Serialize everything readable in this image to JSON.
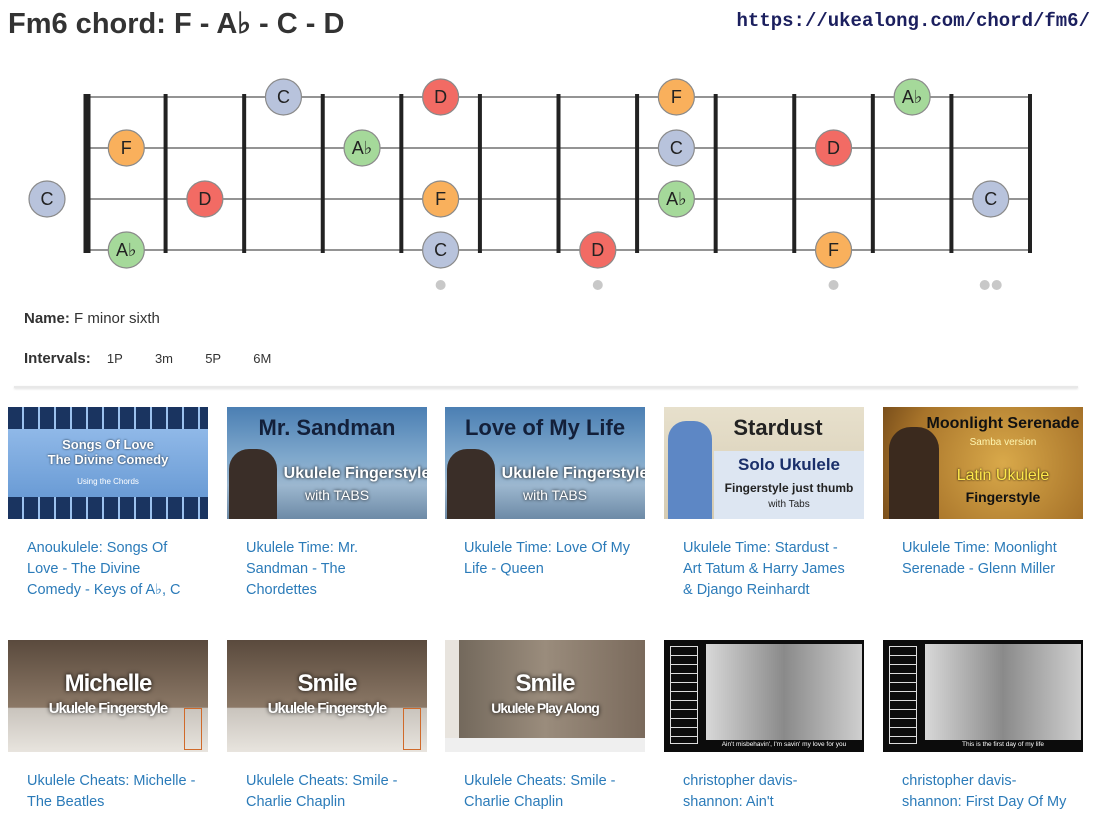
{
  "page": {
    "title": "Fm6 chord: F - A♭ - C - D",
    "url": "https://ukealong.com/chord/fm6/"
  },
  "fretboard": {
    "strings": 4,
    "frets": 12,
    "open_notes": [
      {
        "string": 3,
        "label": "C",
        "color": "#b8c3dc"
      }
    ],
    "notes": [
      {
        "string": 2,
        "fret": 1,
        "label": "F",
        "color": "#f9b05c"
      },
      {
        "string": 4,
        "fret": 1,
        "label": "A♭",
        "color": "#a5d99a"
      },
      {
        "string": 3,
        "fret": 2,
        "label": "D",
        "color": "#f26b64"
      },
      {
        "string": 1,
        "fret": 3,
        "label": "C",
        "color": "#b8c3dc"
      },
      {
        "string": 2,
        "fret": 4,
        "label": "A♭",
        "color": "#a5d99a"
      },
      {
        "string": 1,
        "fret": 5,
        "label": "D",
        "color": "#f26b64"
      },
      {
        "string": 3,
        "fret": 5,
        "label": "F",
        "color": "#f9b05c"
      },
      {
        "string": 4,
        "fret": 5,
        "label": "C",
        "color": "#b8c3dc"
      },
      {
        "string": 4,
        "fret": 7,
        "label": "D",
        "color": "#f26b64"
      },
      {
        "string": 1,
        "fret": 8,
        "label": "F",
        "color": "#f9b05c"
      },
      {
        "string": 2,
        "fret": 8,
        "label": "C",
        "color": "#b8c3dc"
      },
      {
        "string": 3,
        "fret": 8,
        "label": "A♭",
        "color": "#a5d99a"
      },
      {
        "string": 2,
        "fret": 10,
        "label": "D",
        "color": "#f26b64"
      },
      {
        "string": 4,
        "fret": 10,
        "label": "F",
        "color": "#f9b05c"
      },
      {
        "string": 1,
        "fret": 11,
        "label": "A♭",
        "color": "#a5d99a"
      },
      {
        "string": 3,
        "fret": 12,
        "label": "C",
        "color": "#b8c3dc"
      }
    ],
    "fret_markers": [
      {
        "fret": 5,
        "dots": 1
      },
      {
        "fret": 7,
        "dots": 1
      },
      {
        "fret": 10,
        "dots": 1
      },
      {
        "fret": 12,
        "dots": 2
      }
    ]
  },
  "info": {
    "name_label": "Name:",
    "name_value": "F minor sixth",
    "intervals_label": "Intervals:",
    "intervals": [
      "1P",
      "3m",
      "5P",
      "6M"
    ]
  },
  "videos": [
    {
      "title": "Anoukulele: Songs Of Love - The Divine Comedy - Keys of A♭, C",
      "thumb_text": "Songs Of Love\nThe Divine Comedy",
      "thumb_sub": "Using the Chords",
      "thumb_bg": "#7aa7da",
      "theme": "chords"
    },
    {
      "title": "Ukulele Time: Mr. Sandman - The Chordettes",
      "thumb_text": "Mr. Sandman",
      "thumb_sub": "Ukulele Fingerstyle",
      "thumb_sub2": "with TABS",
      "thumb_bg": "#4f86b8",
      "theme": "sea"
    },
    {
      "title": "Ukulele Time: Love Of My Life - Queen",
      "thumb_text": "Love of My Life",
      "thumb_sub": "Ukulele Fingerstyle",
      "thumb_sub2": "with TABS",
      "thumb_bg": "#4f86b8",
      "theme": "sea"
    },
    {
      "title": "Ukulele Time: Stardust - Art Tatum & Harry James & Django Reinhardt",
      "thumb_text": "Stardust",
      "thumb_sub": "Solo Ukulele",
      "thumb_sub2": "Fingerstyle just thumb",
      "thumb_sub3": "with Tabs",
      "thumb_bg": "#d9cfb8",
      "theme": "stardust"
    },
    {
      "title": "Ukulele Time: Moonlight Serenade - Glenn Miller",
      "thumb_text": "Moonlight Serenade",
      "thumb_sub": "Samba version",
      "thumb_sub2": "Latin Ukulele",
      "thumb_sub3": "Fingerstyle",
      "thumb_bg": "#b8862e",
      "theme": "moonlight"
    },
    {
      "title": "Ukulele Cheats: Michelle - The Beatles",
      "thumb_text": "Michelle",
      "thumb_sub": "Ukulele Fingerstyle",
      "thumb_bg": "#6b5a4a",
      "theme": "cheats"
    },
    {
      "title": "Ukulele Cheats: Smile - Charlie Chaplin",
      "thumb_text": "Smile",
      "thumb_sub": "Ukulele Fingerstyle",
      "thumb_bg": "#6b5a4a",
      "theme": "cheats"
    },
    {
      "title": "Ukulele Cheats: Smile - Charlie Chaplin",
      "thumb_text": "Smile",
      "thumb_sub": "Ukulele Play Along",
      "thumb_bg": "#8a7a6a",
      "theme": "smile2"
    },
    {
      "title": "christopher davis-shannon: Ain't",
      "thumb_sub": "Ain't misbehavin', I'm savin' my love for you",
      "thumb_bg": "#111111",
      "theme": "dark"
    },
    {
      "title": "christopher davis-shannon: First Day Of My",
      "thumb_sub": "This is the first day of my life",
      "thumb_bg": "#111111",
      "theme": "dark"
    }
  ]
}
